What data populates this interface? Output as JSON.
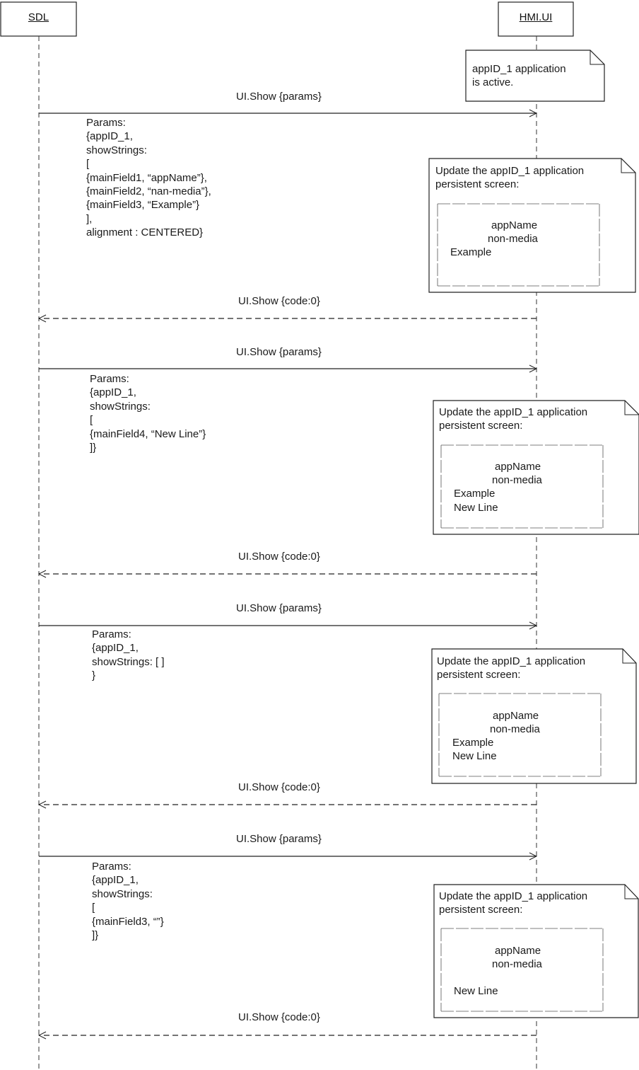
{
  "actors": {
    "sdl": "SDL",
    "hmi": "HMI.UI"
  },
  "notes": {
    "active": [
      "appID_1 application",
      "is active."
    ],
    "update_header": [
      "Update the appID_1 application",
      "persistent screen:"
    ],
    "screens": [
      [
        "appName",
        "non-media",
        "Example",
        ""
      ],
      [
        "appName",
        "non-media",
        "Example",
        "New Line"
      ],
      [
        "appName",
        "non-media",
        "Example",
        "New Line"
      ],
      [
        "appName",
        "non-media",
        "",
        "New Line"
      ]
    ]
  },
  "messages": {
    "request": "UI.Show {params}",
    "response": "UI.Show {code:0}"
  },
  "params": [
    [
      "Params:",
      "{appID_1,",
      "showStrings:",
      "[",
      "{mainField1, “appName”},",
      "{mainField2, “nan-media”},",
      "{mainField3, “Example”}",
      "],",
      "alignment : CENTERED}"
    ],
    [
      "Params:",
      "{appID_1,",
      "showStrings:",
      "[",
      "{mainField4, “New Line”}",
      "]}"
    ],
    [
      "Params:",
      "{appID_1,",
      "showStrings: [ ]",
      "}"
    ],
    [
      "Params:",
      "{appID_1,",
      "showStrings:",
      "[",
      "{mainField3, “”}",
      "]}"
    ]
  ]
}
